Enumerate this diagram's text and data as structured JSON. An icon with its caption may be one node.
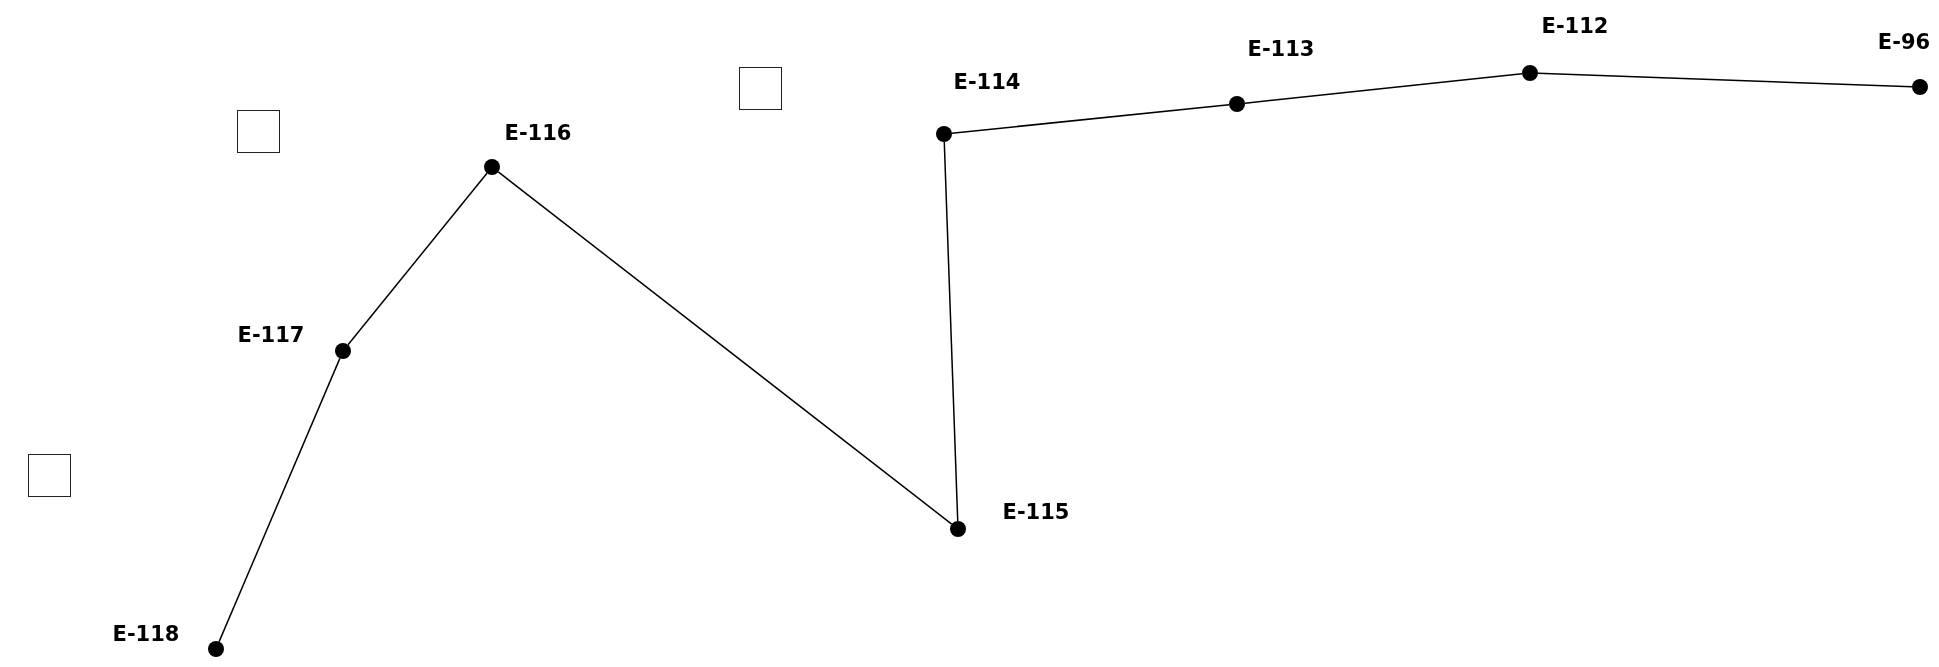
{
  "diagram": {
    "nodes": [
      {
        "text": [
          "E-118"
        ]
      },
      {
        "text": [
          "E-117"
        ]
      },
      {
        "text": [
          "E-116"
        ]
      },
      {
        "text": [
          "E-115"
        ]
      },
      {
        "text": [
          "E-114"
        ]
      },
      {
        "text": [
          "E-113"
        ]
      },
      {
        "text": [
          "E-112"
        ]
      },
      {
        "text": [
          "E-96"
        ]
      },
      {
        "text": [],
        "shape": "box"
      },
      {
        "text": [],
        "shape": "box"
      },
      {
        "text": [],
        "shape": "box"
      }
    ],
    "edges": [
      {
        "from": 0,
        "to": 1,
        "arrow": "none"
      },
      {
        "from": 1,
        "to": 2,
        "arrow": "none"
      },
      {
        "from": 2,
        "to": 3,
        "arrow": "none"
      },
      {
        "from": 3,
        "to": 4,
        "arrow": "none"
      },
      {
        "from": 4,
        "to": 5,
        "arrow": "none"
      },
      {
        "from": 5,
        "to": 6,
        "arrow": "none"
      },
      {
        "from": 6,
        "to": 7,
        "arrow": "none"
      }
    ]
  }
}
